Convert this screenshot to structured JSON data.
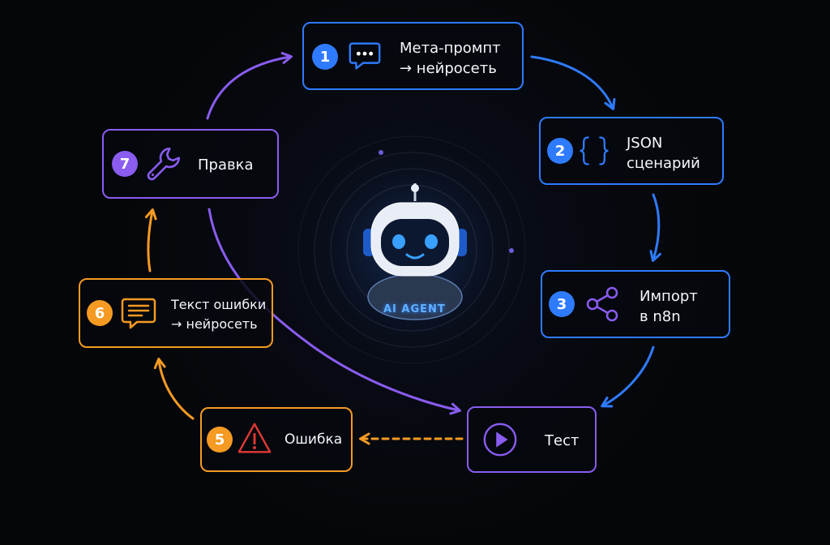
{
  "colors": {
    "blue": "#2f7bff",
    "purple": "#8a5cf0",
    "orange": "#f59a23",
    "red": "#e53935",
    "background": "#050608"
  },
  "center": {
    "label": "AI AGENT",
    "icon": "robot-icon"
  },
  "nodes": [
    {
      "id": 1,
      "number": "1",
      "line1": "Мета-промпт",
      "line2": "→ нейросеть",
      "icon": "chat-dots-icon",
      "color": "blue"
    },
    {
      "id": 2,
      "number": "2",
      "line1": "JSON",
      "line2": "сценарий",
      "icon": "curly-braces-icon",
      "color": "blue"
    },
    {
      "id": 3,
      "number": "3",
      "line1": "Импорт",
      "line2": "в n8n",
      "icon": "share-icon",
      "color": "blue"
    },
    {
      "id": 4,
      "number": "",
      "line1": "Тест",
      "line2": "",
      "icon": "play-icon",
      "color": "purple"
    },
    {
      "id": 5,
      "number": "5",
      "line1": "Ошибка",
      "line2": "",
      "icon": "warning-icon",
      "color": "orange"
    },
    {
      "id": 6,
      "number": "6",
      "line1": "Текст ошибки",
      "line2": "→ нейросеть",
      "icon": "message-lines-icon",
      "color": "orange"
    },
    {
      "id": 7,
      "number": "7",
      "line1": "Правка",
      "line2": "",
      "icon": "wrench-icon",
      "color": "purple"
    }
  ],
  "connections": [
    {
      "from": 1,
      "to": 2,
      "color": "blue",
      "style": "solid"
    },
    {
      "from": 2,
      "to": 3,
      "color": "blue",
      "style": "solid"
    },
    {
      "from": 3,
      "to": 4,
      "color": "blue",
      "style": "solid"
    },
    {
      "from": 4,
      "to": 5,
      "color": "orange",
      "style": "dashed"
    },
    {
      "from": 5,
      "to": 6,
      "color": "orange",
      "style": "solid"
    },
    {
      "from": 6,
      "to": 7,
      "color": "orange",
      "style": "solid"
    },
    {
      "from": 7,
      "to": 1,
      "color": "purple",
      "style": "solid"
    },
    {
      "from": 7,
      "to": 4,
      "color": "purple",
      "style": "solid"
    }
  ]
}
